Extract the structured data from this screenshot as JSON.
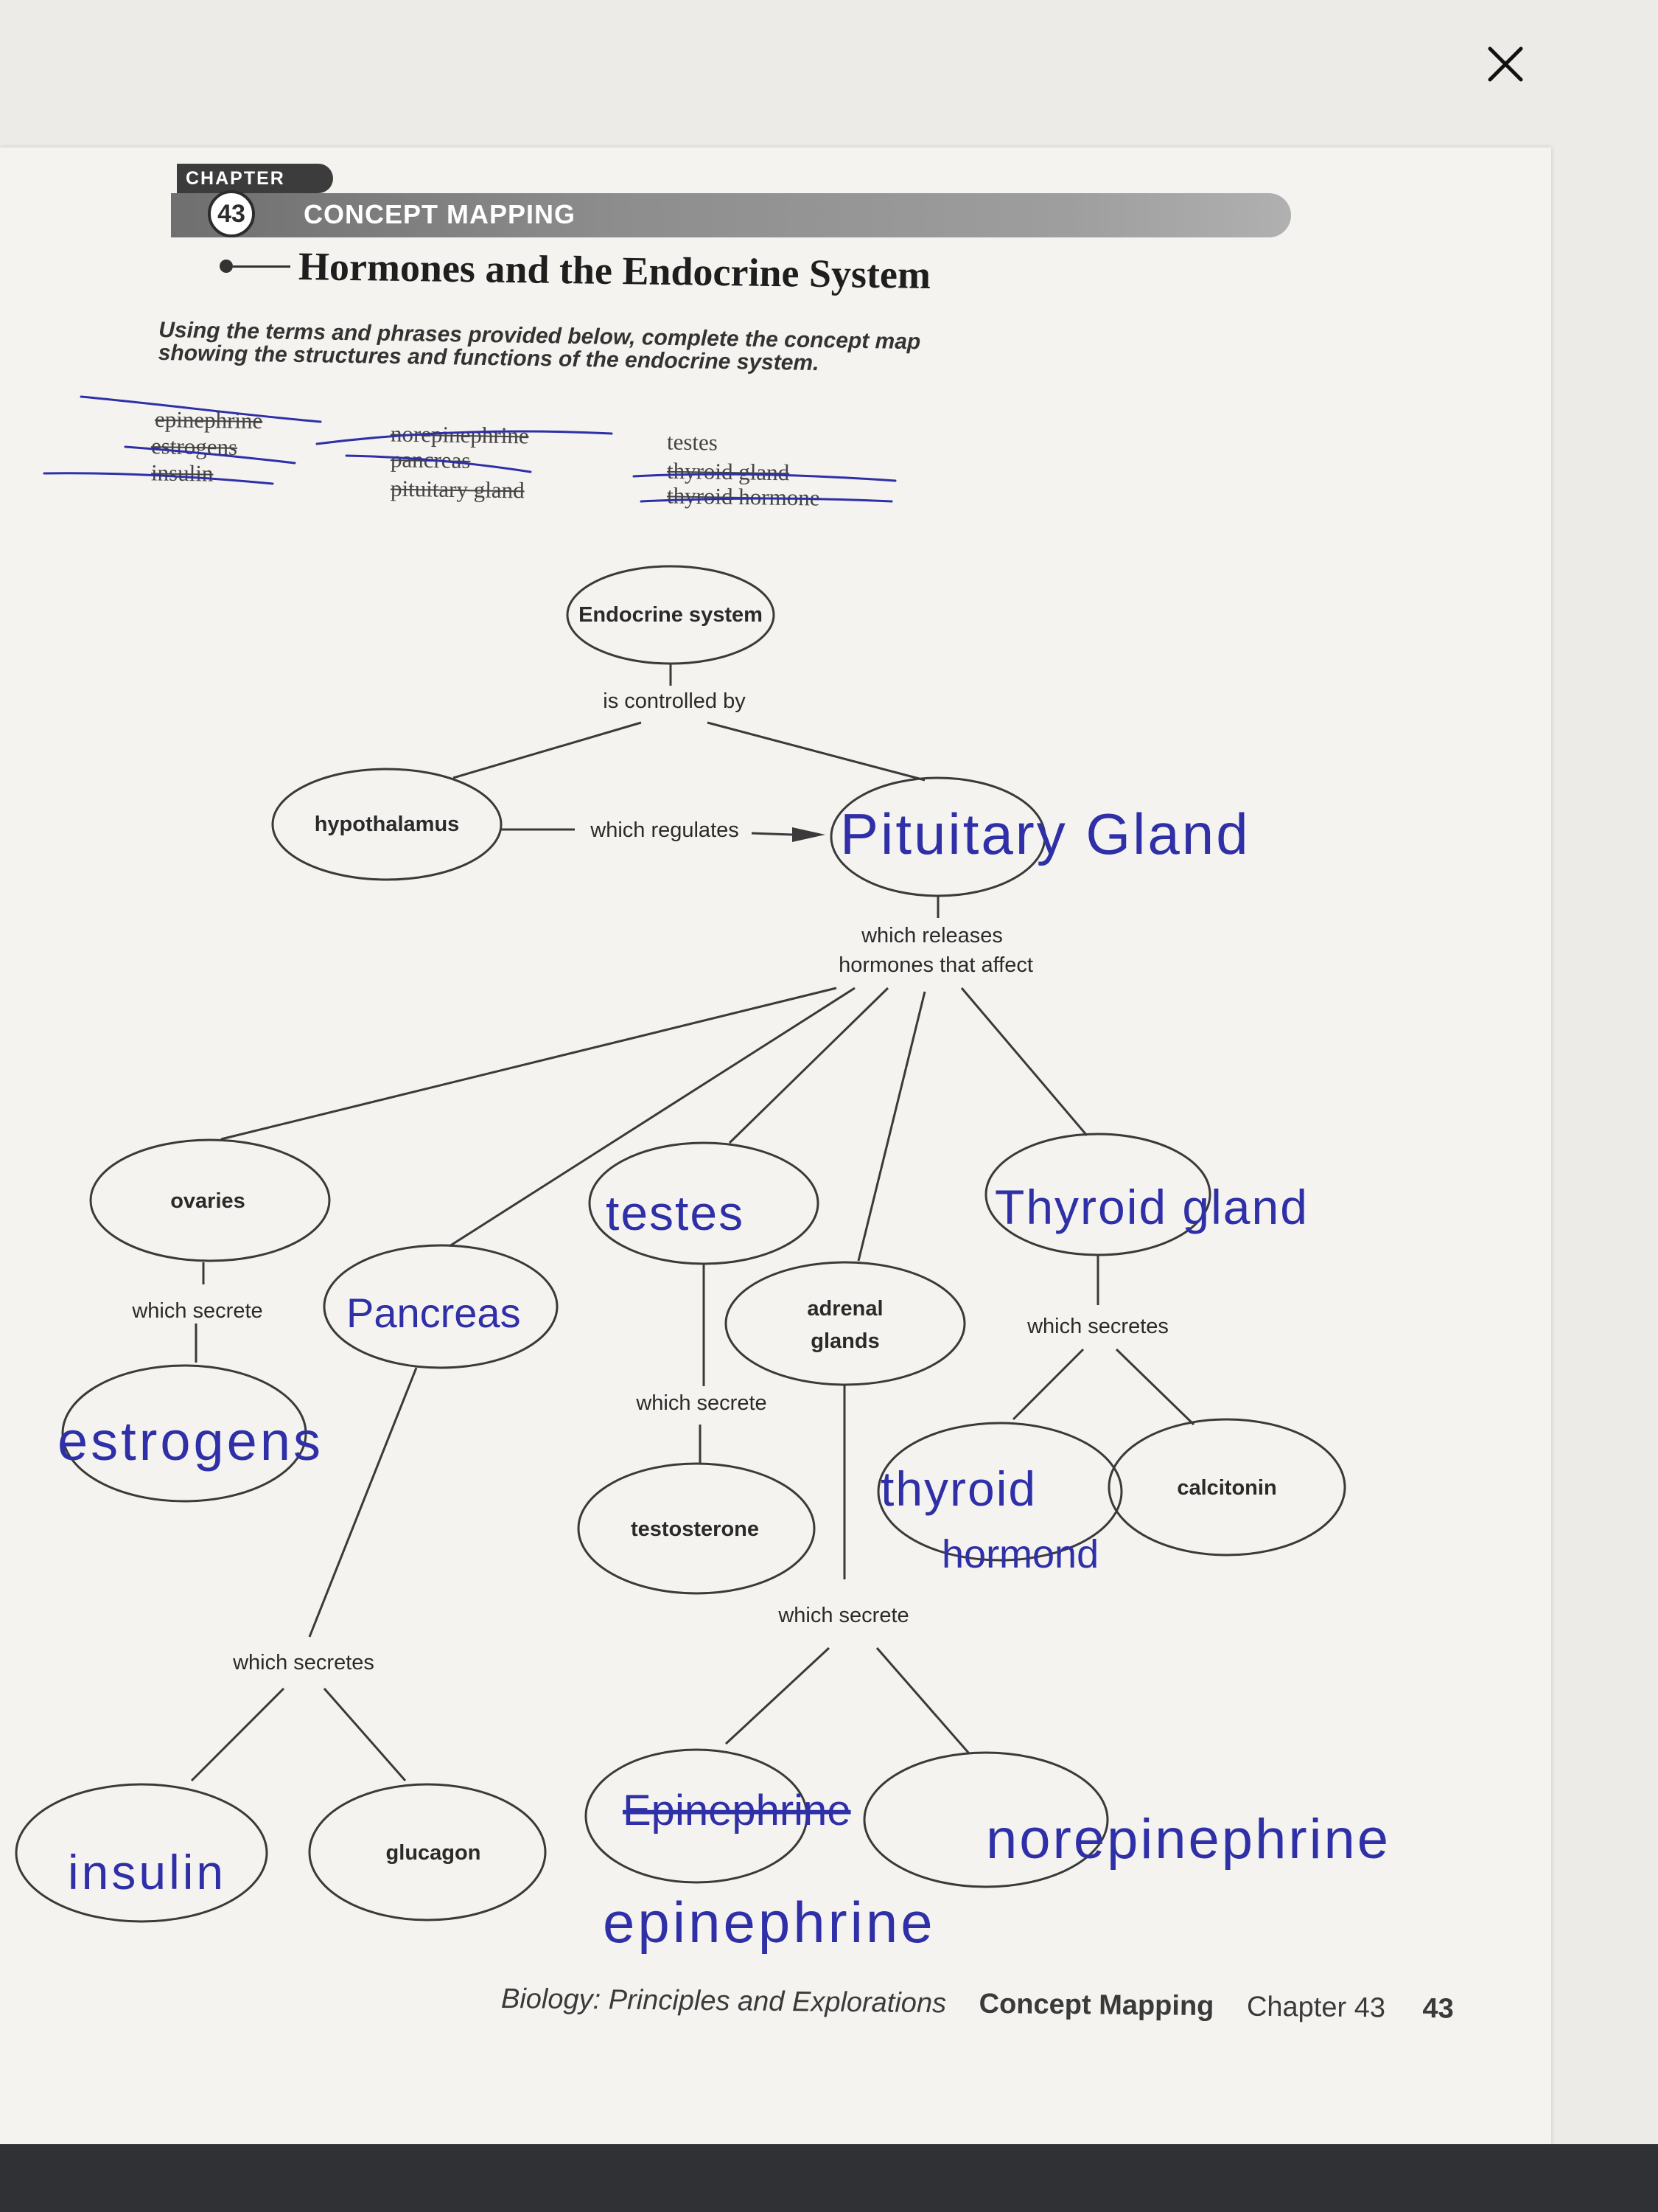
{
  "header": {
    "chapter_label": "CHAPTER",
    "chapter_number": "43",
    "section_label": "CONCEPT MAPPING",
    "title": "Hormones and the Endocrine System",
    "instructions": "Using the terms and phrases provided below, complete the concept map showing the structures and functions of the endocrine system."
  },
  "terms": [
    {
      "text": "epinephrine",
      "struck": true
    },
    {
      "text": "estrogens",
      "struck": true
    },
    {
      "text": "insulin",
      "struck": true
    },
    {
      "text": "norepinephrine",
      "struck": true
    },
    {
      "text": "pancreas",
      "struck": true
    },
    {
      "text": "pituitary gland",
      "struck": true
    },
    {
      "text": "testes",
      "struck": false
    },
    {
      "text": "thyroid gland",
      "struck": true
    },
    {
      "text": "thyroid hormone",
      "struck": true
    }
  ],
  "concept_map": {
    "nodes": {
      "endocrine_system": "Endocrine system",
      "hypothalamus": "hypothalamus",
      "pituitary": "Pituitary Gland",
      "ovaries": "ovaries",
      "estrogens": "estrogens",
      "pancreas": "Pancreas",
      "testes": "testes",
      "adrenal_line1": "adrenal",
      "adrenal_line2": "glands",
      "testosterone": "testosterone",
      "thyroid_gland": "Thyroid gland",
      "thyroid_hormone_line1": "thyroid",
      "thyroid_hormone_line2": "hormond",
      "calcitonin": "calcitonin",
      "insulin": "insulin",
      "glucagon": "glucagon",
      "epinephrine_crossed": "Epinephrine",
      "epinephrine": "epinephrine",
      "norepinephrine": "norepinephrine"
    },
    "links": {
      "is_controlled_by": "is controlled by",
      "which_regulates": "which regulates",
      "releases_line1": "which releases",
      "releases_line2": "hormones that affect",
      "ovaries_secrete": "which secrete",
      "testes_secrete": "which secrete",
      "thyroid_secretes": "which secretes",
      "adrenal_secrete": "which secrete",
      "pancreas_secretes": "which secretes"
    }
  },
  "footer": {
    "book": "Biology: Principles and Explorations",
    "section": "Concept Mapping",
    "chapter": "Chapter 43",
    "page": "43"
  },
  "colors": {
    "ink": "#2f2fa8",
    "print": "#2a2a2a",
    "paper": "#f4f3f0"
  }
}
